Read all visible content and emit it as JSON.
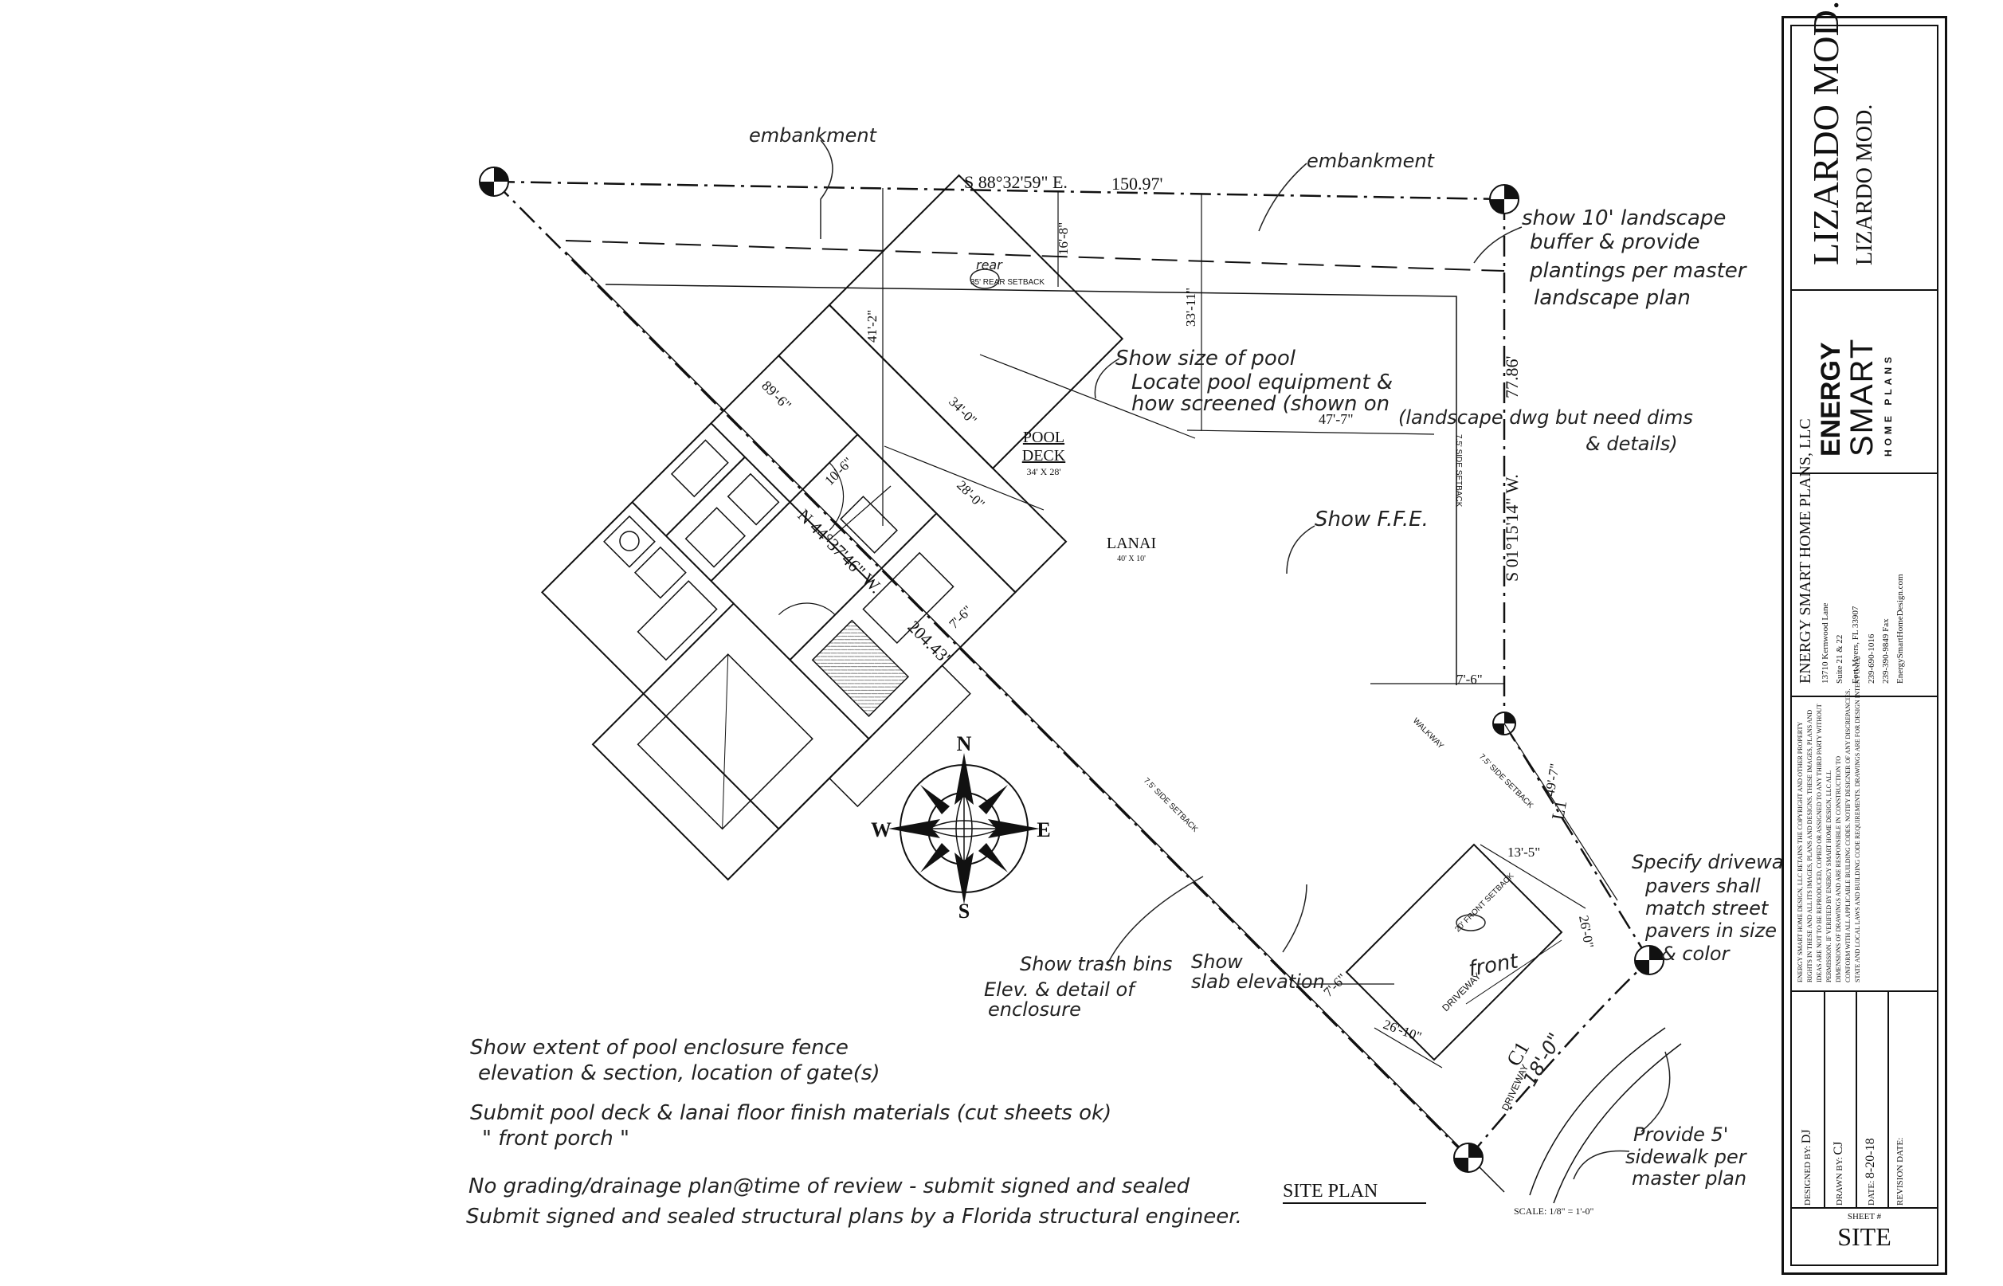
{
  "boundary": {
    "north_bearing": "S 88°32'59\" E.",
    "north_length": "150.97'",
    "east_bearing": "S 01°15'14\" W.",
    "east_length": "77.86'",
    "west_bearing": "N 44°37'46\" W.",
    "west_length": "204.43'",
    "diag_length": "89'-6\""
  },
  "setbacks": {
    "rear": "35' REAR SETBACK",
    "rear_marker": "rear",
    "side_right": "7.5' SIDE SETBACK",
    "side_left": "7.5' SIDE SETBACK",
    "side_lower": "7.5' SIDE SETBACK",
    "front": "20' FRONT SETBACK"
  },
  "dimensions": {
    "d_16_8": "16'-8\"",
    "d_41_2": "41'-2\"",
    "d_33_11": "33'-11\"",
    "d_34_0": "34'-0\"",
    "d_28_0": "28'-0\"",
    "d_10_6": "10'-6\"",
    "d_7_6_a": "7'-6\"",
    "d_47_7": "47'-7\"",
    "d_7_6_b": "7'-6\"",
    "d_49_7": "49'-7\"",
    "d_13_5": "13'-5\"",
    "d_26_0": "26'-0\"",
    "d_7_6_c": "7'-6\"",
    "d_26_10": "26'-10\"",
    "l1": "L1",
    "c1": "C1",
    "d_18_0": "18'-0\""
  },
  "rooms": {
    "pool_deck_title_1": "POOL",
    "pool_deck_title_2": "DECK",
    "pool_deck_size": "34' X 28'",
    "lanai": "LANAI",
    "lanai_size": "40' X 10'",
    "walkway": "WALKWAY",
    "driveway": "DRIVEWAY"
  },
  "compass": {
    "n": "N",
    "s": "S",
    "e": "E",
    "w": "W"
  },
  "site_plan": {
    "title": "SITE PLAN",
    "scale": "SCALE: 1/8\" = 1'-0\""
  },
  "notes": {
    "embankment_left": "embankment",
    "embankment_right": "embankment",
    "landscape_1": "show 10' landscape",
    "landscape_2": "buffer & provide",
    "landscape_3": "plantings per master",
    "landscape_4": "landscape plan",
    "pool_1": "Show size of pool",
    "pool_2": "Locate pool equipment &",
    "pool_3": "how screened (shown on",
    "pool_4": "(landscape dwg but need dims",
    "pool_5": "& details)",
    "ffe": "Show F.F.E.",
    "driveway_1": "Specify driveway",
    "driveway_2": "pavers shall",
    "driveway_3": "match street",
    "driveway_4": "pavers in size",
    "driveway_5": "& color",
    "front": "front",
    "trash_1": "Show trash bins",
    "trash_2": "Elev. & detail of",
    "trash_3": "enclosure",
    "slab_1": "Show",
    "slab_2": "slab elevation",
    "sidewalk_1": "Provide 5'",
    "sidewalk_2": "sidewalk per",
    "sidewalk_3": "master plan",
    "bottom_1": "Show extent of pool enclosure fence",
    "bottom_2": "elevation & section, location of gate(s)",
    "bottom_3": "Submit pool deck & lanai floor finish materials (cut sheets ok)",
    "bottom_4": "\"   front porch                \"",
    "bottom_5": "No grading/drainage plan@time of review - submit signed and sealed",
    "bottom_6": "Submit signed and sealed structural plans by a Florida structural engineer."
  },
  "title_block": {
    "project": "LIZARDO MOD.",
    "project_sub": "LIZARDO MOD.",
    "logo_line1": "ENERGY",
    "logo_line2": "SMART",
    "logo_line3": "HOME PLANS",
    "company": "ENERGY SMART HOME PLANS, LLC",
    "address1": "13710 Kernwood Lane",
    "address2": "Suite 21 & 22",
    "address3": "Fort Myers, FL 33907",
    "phone": "239-690-1016",
    "fax": "239-390-9849 Fax",
    "web": "EnergySmartHomeDesign.com",
    "disclaimer_1": "ENERGY SMART HOME DESIGN, LLC RETAINS THE COPYRIGHT AND OTHER PROPERTY",
    "disclaimer_2": "RIGHTS IN THESE AND ALL ITS IMAGES, PLANS AND DESIGNS. THESE IMAGES, PLANS AND",
    "disclaimer_3": "IDEAS ARE NOT TO BE REPRODUCED, COPIED OR ASSIGNED TO ANY THIRD PARTY WITHOUT",
    "disclaimer_4": "PERMISSION. IF VERIFIED BY ENERGY SMART HOME DESIGN, LLC ALL",
    "disclaimer_5": "DIMENSIONS OF DRAWINGS AND ARE RESPONSIBLE IN CONSTRUCTION TO",
    "disclaimer_6": "CONFORM WITH ALL APPLICABLE BUILDING CODES. NOTIFY DESIGNER OF ANY DISCREPANCIES.",
    "disclaimer_7": "STATE AND LOCAL LAWS AND BUILDING CODE REQUIREMENTS. DRAWINGS ARE FOR DESIGN INTENT ONLY.",
    "designed_by_label": "DESIGNED BY:",
    "designed_by": "DJ",
    "drawn_by_label": "DRAWN BY:",
    "drawn_by": "CJ",
    "date_label": "DATE:",
    "date": "8-20-18",
    "revision_label": "REVISION DATE:",
    "sheet_label": "SHEET #",
    "sheet": "SITE"
  }
}
